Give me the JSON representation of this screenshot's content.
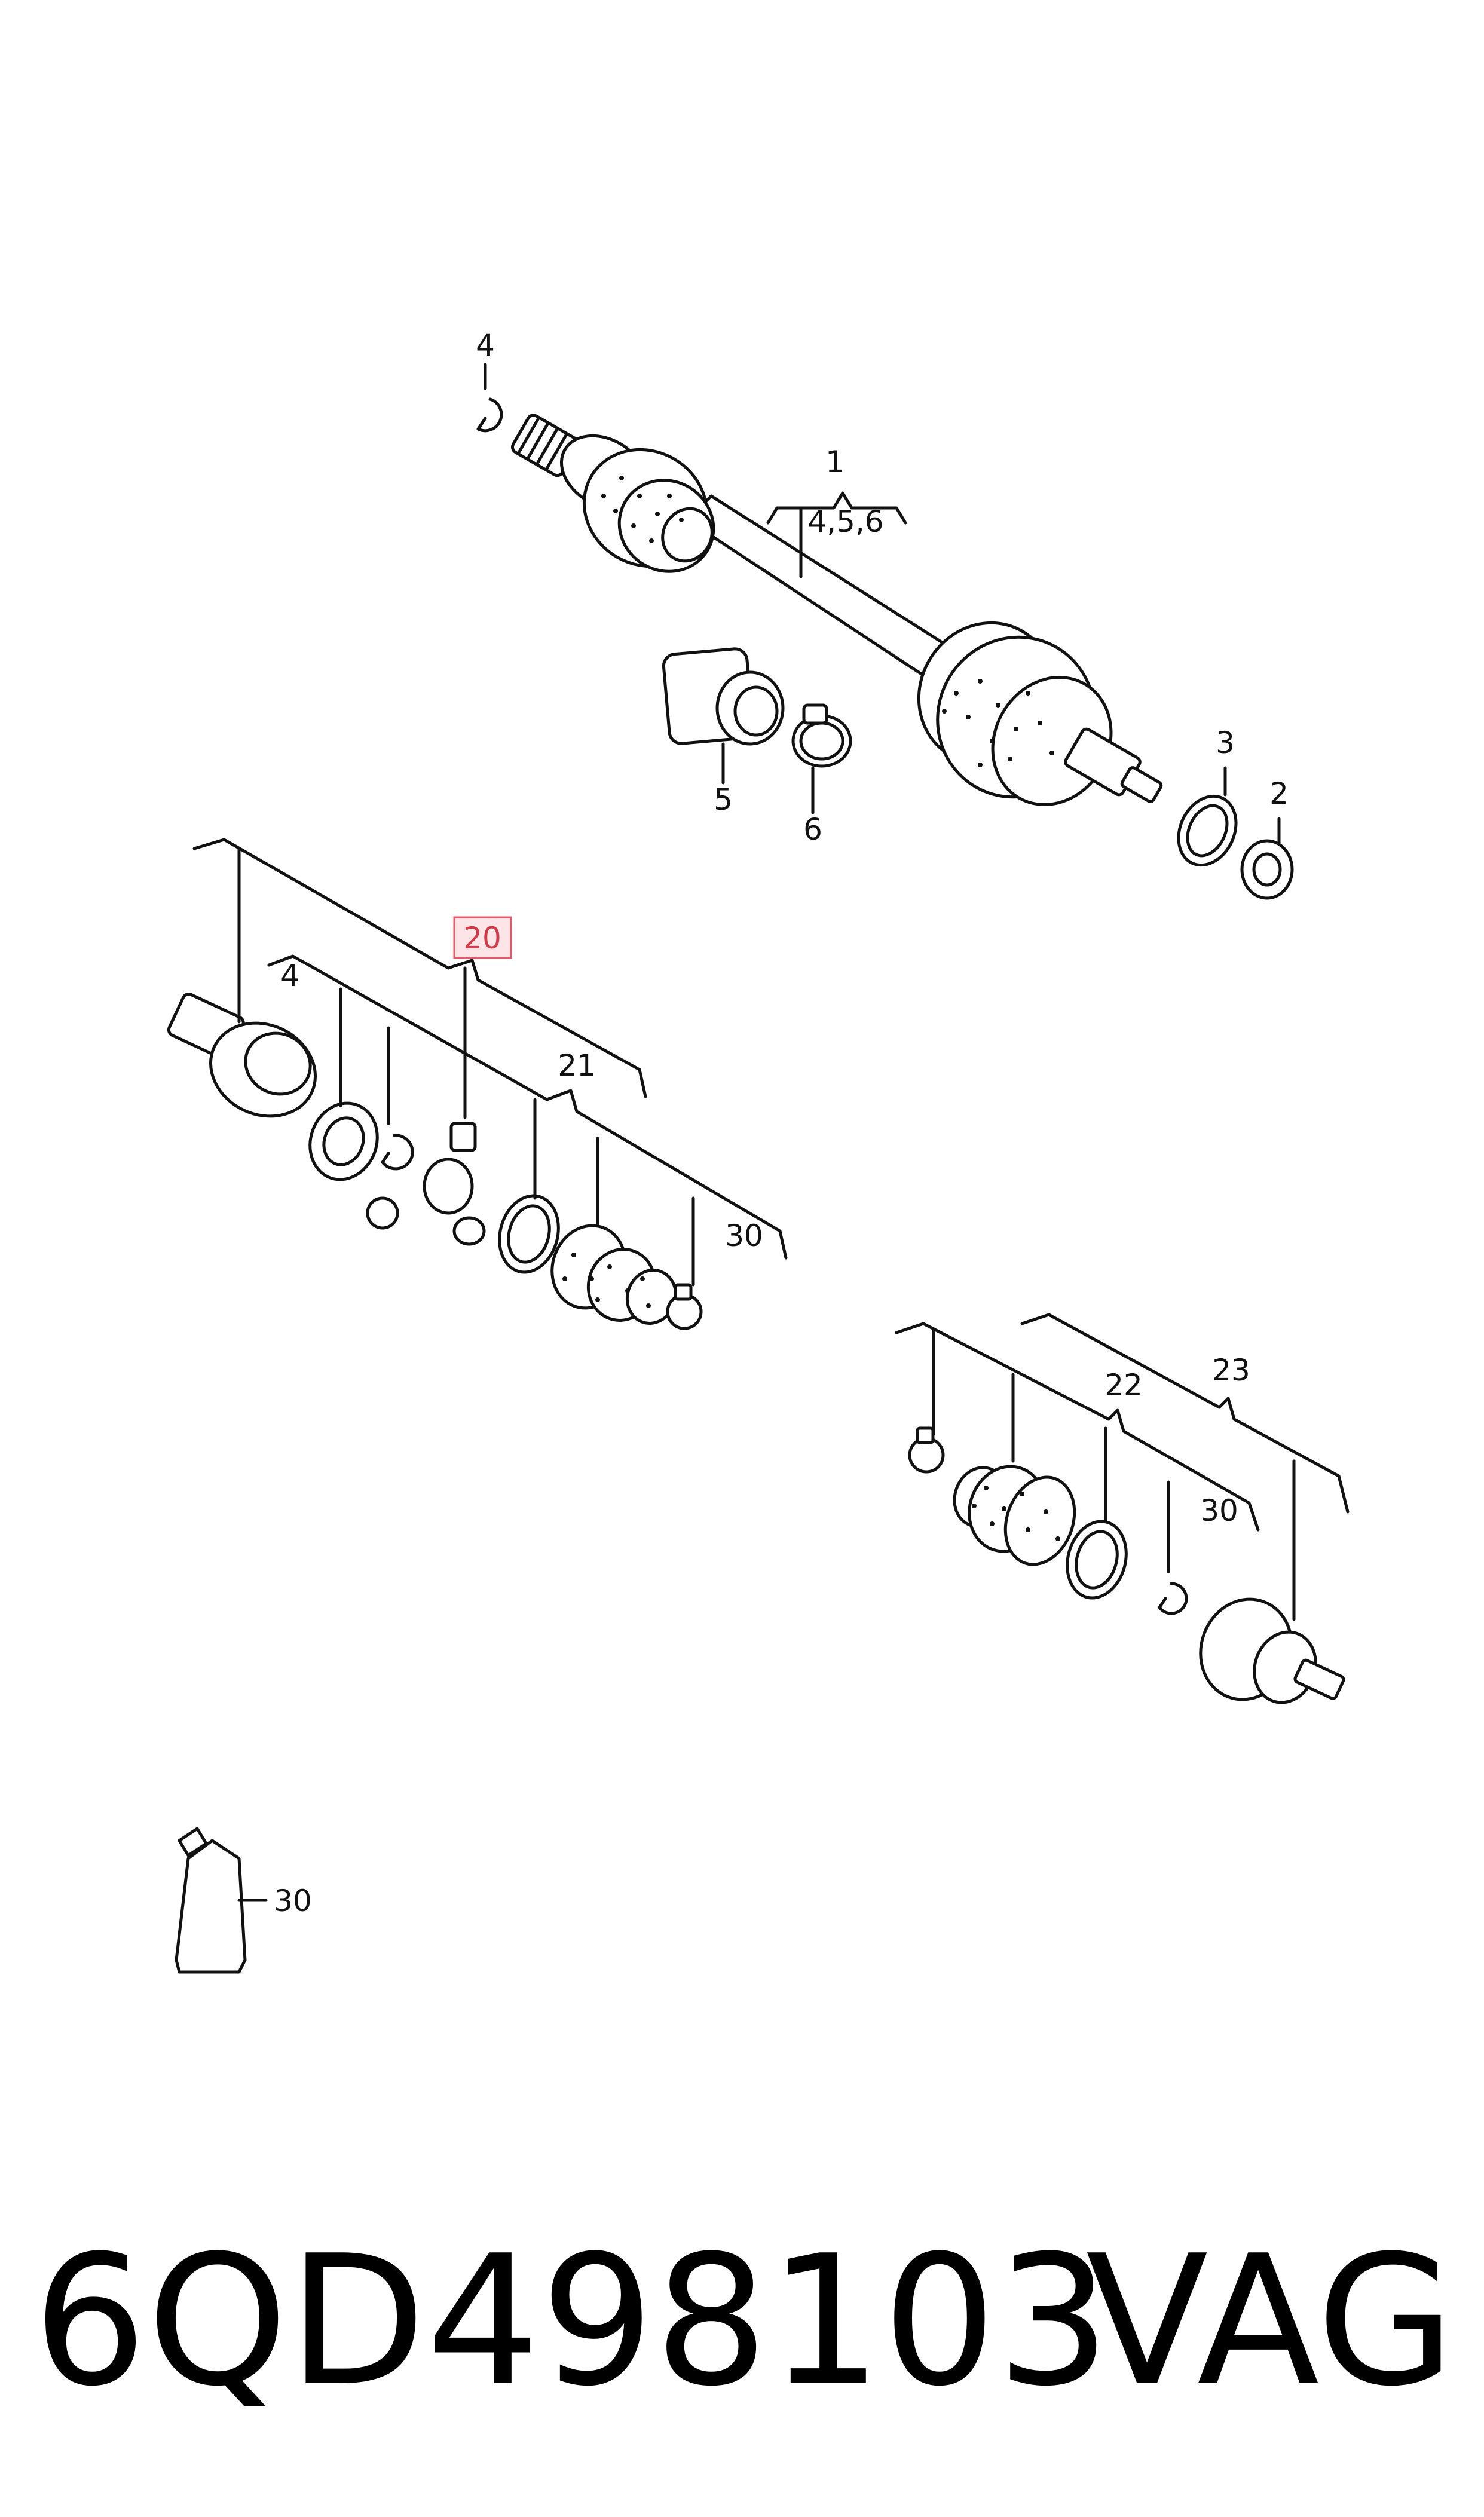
{
  "callouts": {
    "c4_top": "4",
    "c1": "1",
    "c1_sub": "4,5,6",
    "c5": "5",
    "c6": "6",
    "c3": "3",
    "c2": "2",
    "c20": "20",
    "c4_mid": "4",
    "c21": "21",
    "c30_mid": "30",
    "c22": "22",
    "c23": "23",
    "c30_right": "30",
    "c30_tube": "30"
  },
  "footer": {
    "part_number": "6QD498103",
    "brand": "VAG"
  },
  "colors": {
    "highlight_fill": "#fde4e6",
    "highlight_border": "#e25a6a",
    "highlight_text": "#d23a4a",
    "line": "#111111"
  }
}
